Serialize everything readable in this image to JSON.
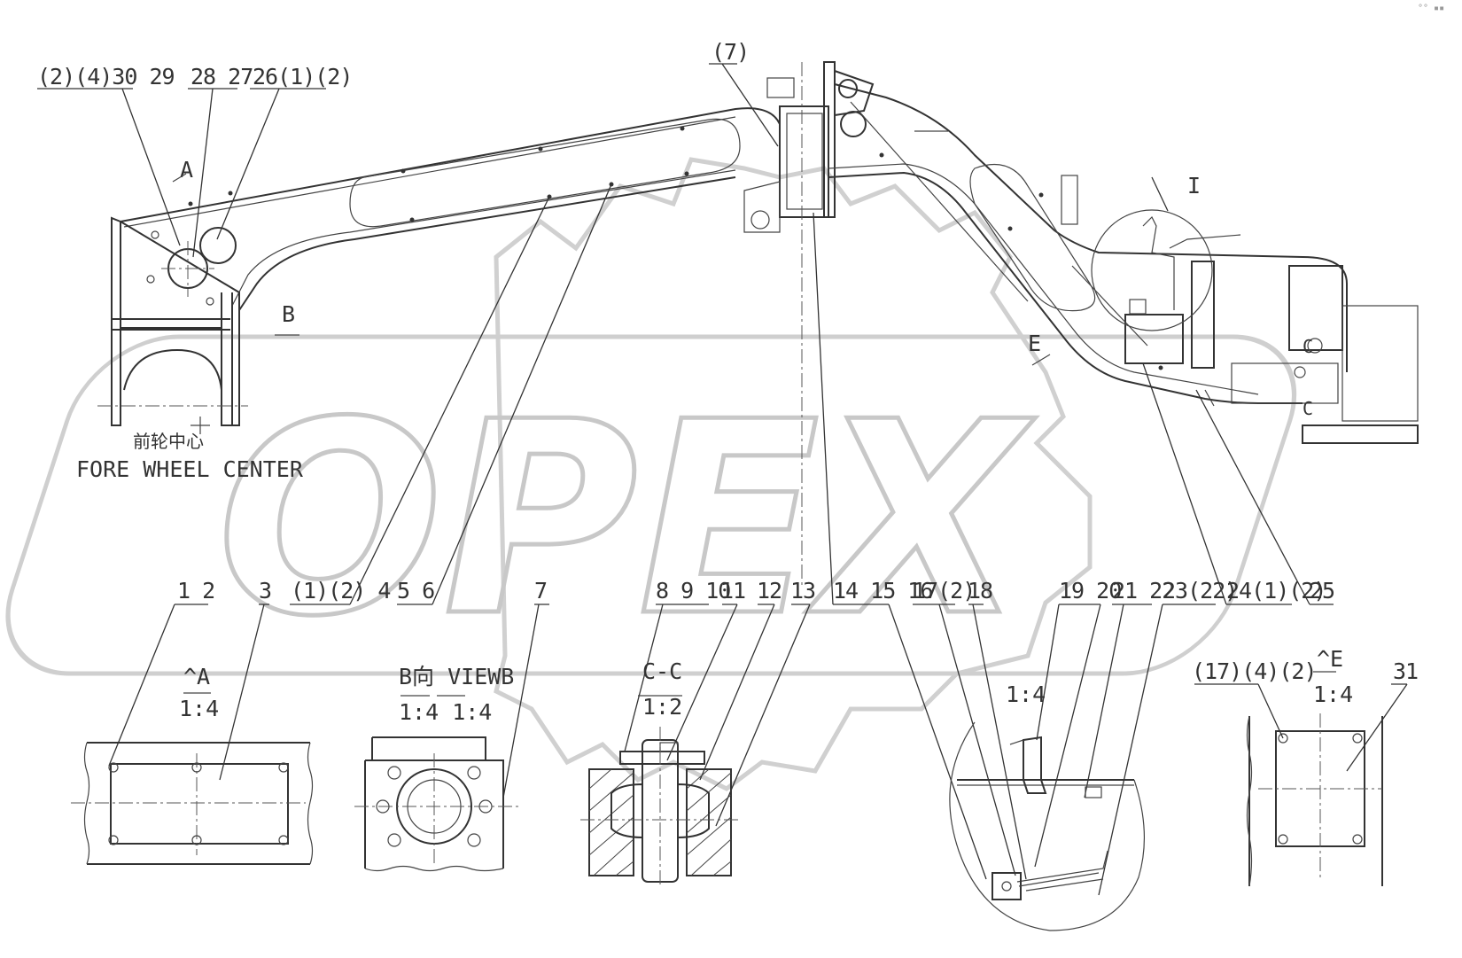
{
  "watermark": {
    "text": "OPEX"
  },
  "corner_mark": "°° ▪▪",
  "callouts_top": {
    "c1": "(2)(4)30 29",
    "c2": "28 27",
    "c3": "26(1)(2)",
    "c4": "(7)",
    "c5": "I"
  },
  "callouts_bottom": {
    "b1": "1 2",
    "b2": "3",
    "b3": "(1)(2) 4",
    "b4": "5 6",
    "b5": "7",
    "b6": "8 9 10",
    "b7": "11",
    "b8": "12",
    "b9": "13",
    "b10": "14 15 16",
    "b11": "17(2)",
    "b12": "18",
    "b13": "19 20",
    "b14": "21 22",
    "b15": "23(22)",
    "b16": "24(1)(2)",
    "b17": "25"
  },
  "labels": {
    "view_a_letter": "A",
    "view_b_letter": "B",
    "view_e_letter": "E",
    "view_c_mark1": "C",
    "view_c_mark2": "C",
    "fore_wheel_cn": "前轮中心",
    "fore_wheel_en": "FORE WHEEL CENTER"
  },
  "views": {
    "a_title": "^A",
    "a_scale": "1:4",
    "b_title": "B向 VIEWB",
    "b_scale": "1:4 1:4",
    "cc_title": "C-C",
    "cc_scale": "1:2",
    "i_scale": "1:4",
    "e_callout": "(17)(4)(2)",
    "e_title": "^E",
    "e_scale": "1:4",
    "e_part": "31"
  }
}
